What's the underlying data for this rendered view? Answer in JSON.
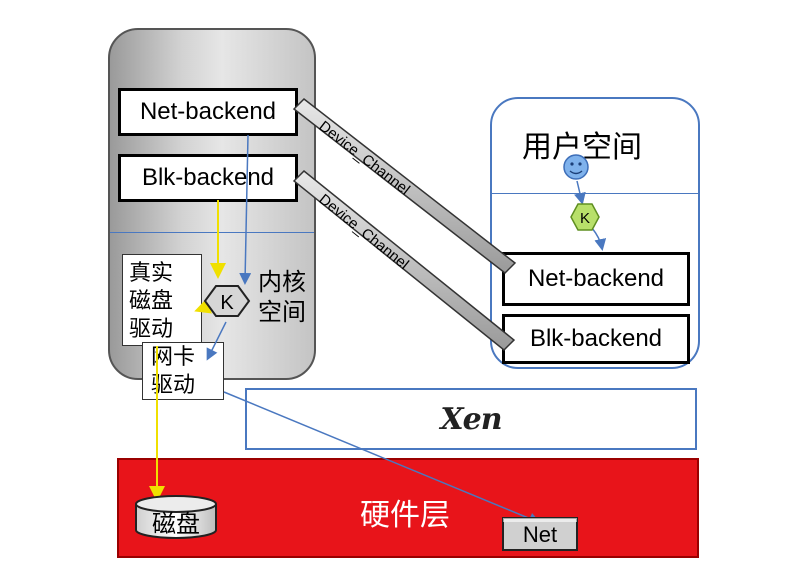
{
  "dom0": {
    "net_backend": "Net-backend",
    "blk_backend": "Blk-backend",
    "disk_driver": [
      "真实",
      "磁盘",
      "驱动"
    ],
    "nic_driver": [
      "网卡",
      "驱动"
    ],
    "kernel_space": [
      "内核",
      "空间"
    ],
    "kernel_icon": "K"
  },
  "domu": {
    "user_space": "用户空间",
    "kernel_icon": "K",
    "net_frontend": "Net-backend",
    "blk_frontend": "Blk-backend"
  },
  "channels": [
    "Device_Channel",
    "Device_Channel"
  ],
  "hypervisor": {
    "logo": "Xen"
  },
  "hardware": {
    "label": "硬件层",
    "disk": "磁盘",
    "net": "Net"
  },
  "colors": {
    "hardware": "#e8141a",
    "flow_yellow": "#f0e000",
    "flow_blue": "#4a78c0",
    "kernel_hex": "#b8e06a"
  }
}
